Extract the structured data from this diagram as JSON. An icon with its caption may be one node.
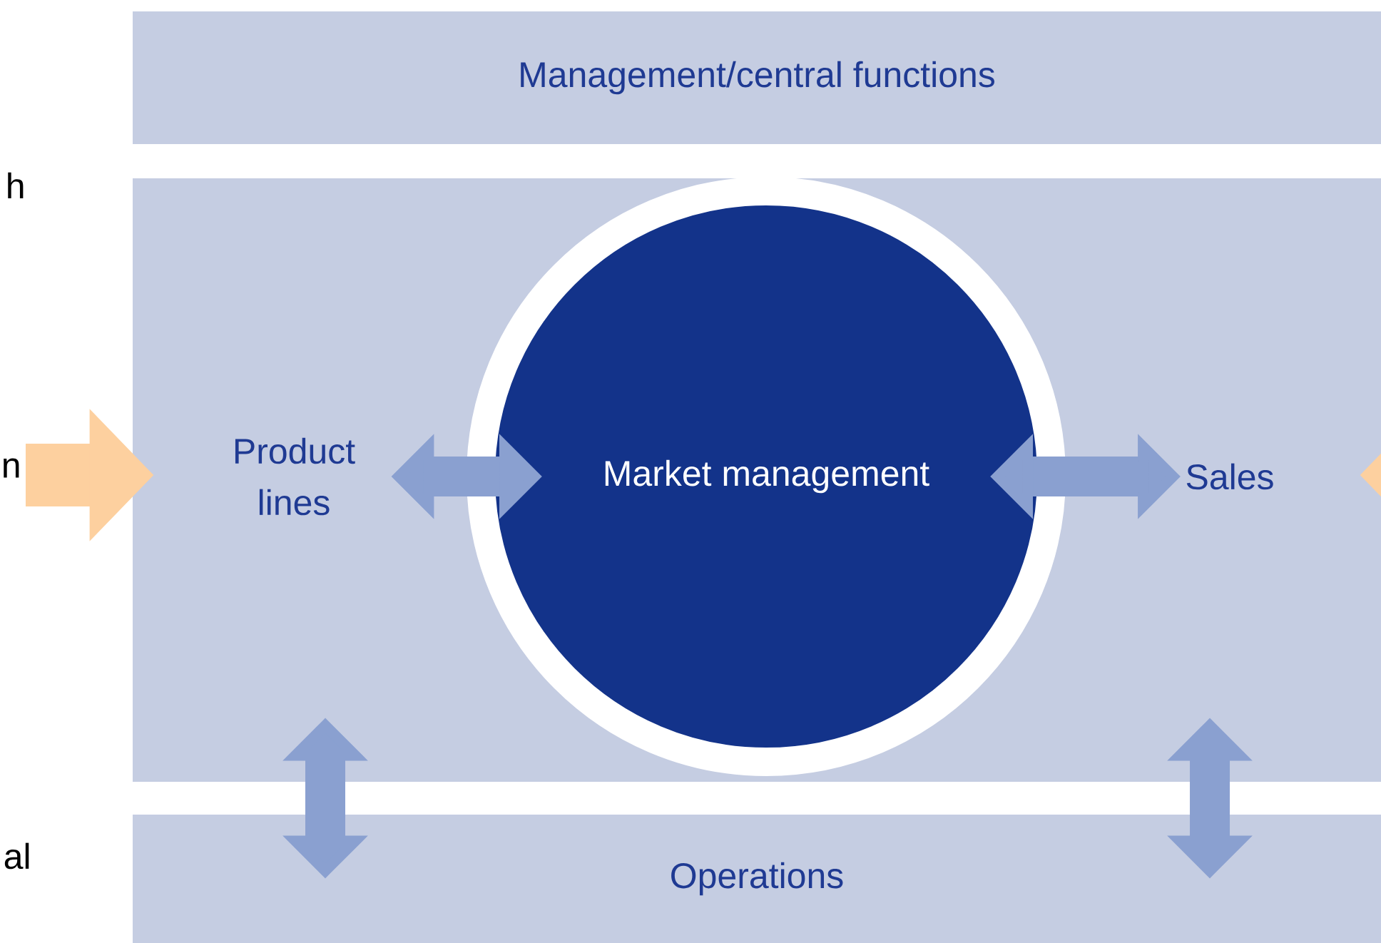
{
  "diagram": {
    "nodes": [
      {
        "text": [
          "Management/central functions"
        ]
      },
      {
        "text": [],
        "shape": "box"
      },
      {
        "text": [
          "Product lines"
        ],
        "in": 1
      },
      {
        "text": [
          "Market management"
        ],
        "in": 1
      },
      {
        "text": [
          "Sales"
        ],
        "in": 1
      },
      {
        "text": [
          "Operations"
        ]
      },
      {
        "text": [
          "n"
        ]
      }
    ],
    "edges": [
      {
        "from": 6,
        "to": 1,
        "arrow": "to",
        "color": "#fdd09f"
      },
      {
        "from": null,
        "to": 1,
        "arrow": "to",
        "color": "#fdd09f"
      },
      {
        "from": 2,
        "to": 3,
        "arrow": "both"
      },
      {
        "from": 3,
        "to": 4,
        "arrow": "both"
      },
      {
        "from": 1,
        "to": 5,
        "arrow": "both"
      },
      {
        "from": 1,
        "to": 5,
        "arrow": "both"
      }
    ],
    "labels": [
      "h",
      "al"
    ]
  }
}
